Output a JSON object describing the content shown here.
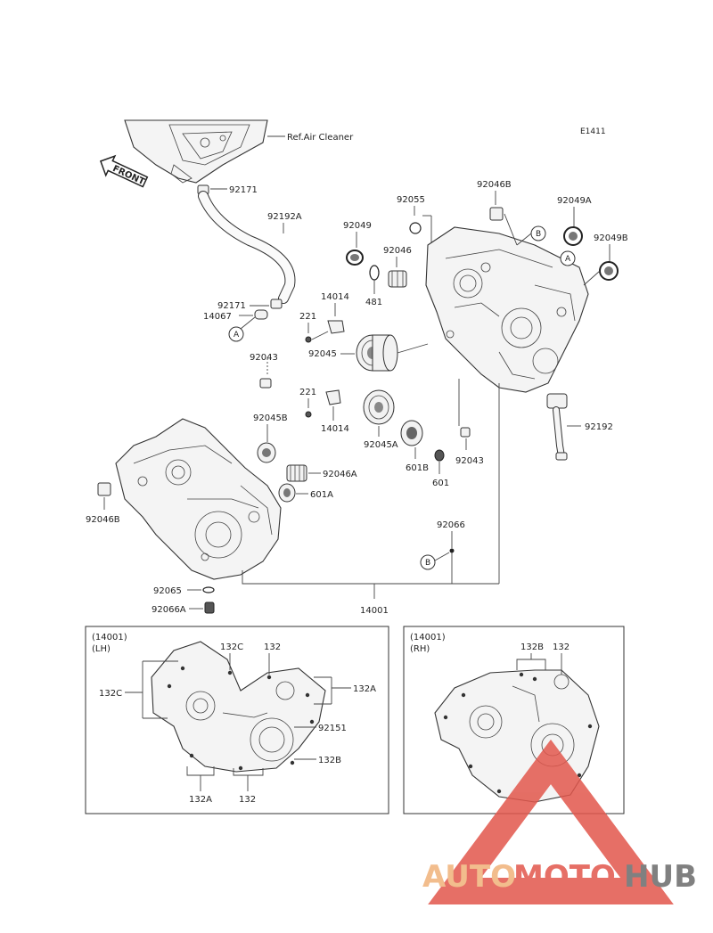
{
  "diagram_code": "E1411",
  "labels": {
    "ref_air_cleaner": "Ref.Air Cleaner",
    "front": "FRONT",
    "p92171_top": "92171",
    "p92192A": "92192A",
    "p92171_mid": "92171",
    "p14067": "14067",
    "p92049": "92049",
    "p92055": "92055",
    "p92046B_top": "92046B",
    "p92049A": "92049A",
    "p92049B": "92049B",
    "p92046": "92046",
    "p481": "481",
    "p14014_top": "14014",
    "p221_top": "221",
    "p92045": "92045",
    "p92043_left": "92043",
    "p221_bot": "221",
    "p14014_bot": "14014",
    "p92045A": "92045A",
    "p601B": "601B",
    "p601": "601",
    "p92043_right": "92043",
    "p92192": "92192",
    "p92045B": "92045B",
    "p92046A": "92046A",
    "p601A": "601A",
    "p92046B_left": "92046B",
    "p92066": "92066",
    "p92065": "92065",
    "p92066A": "92066A",
    "p14001": "14001"
  },
  "callouts": {
    "a_top": "A",
    "a_left": "A",
    "b_top": "B",
    "b_mid": "B"
  },
  "lh_panel": {
    "title_line1": "(14001)",
    "title_line2": "(LH)",
    "l132C_top": "132C",
    "l132_top": "132",
    "l132C_left": "132C",
    "l132A_right": "132A",
    "l92151": "92151",
    "l132B": "132B",
    "l132A_bottom": "132A",
    "l132_bottom": "132"
  },
  "rh_panel": {
    "title_line1": "(14001)",
    "title_line2": "(RH)",
    "l132B": "132B",
    "l132": "132"
  },
  "watermark": {
    "part1": "AUTO",
    "part2": "MOTO",
    "part3": "HUB"
  },
  "colors": {
    "watermark_orange": "#f0b27a",
    "watermark_red": "#e2574c",
    "watermark_gray": "#6b6b6b"
  }
}
